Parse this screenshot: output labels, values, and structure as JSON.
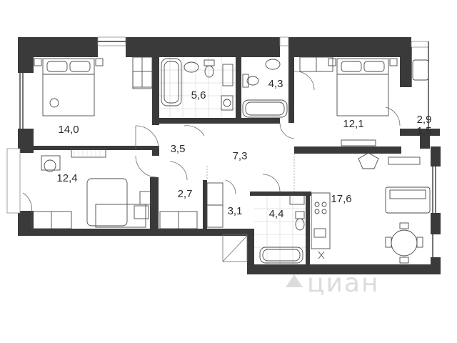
{
  "rooms": [
    {
      "id": "bedroom-left",
      "area": "14,0"
    },
    {
      "id": "bathroom-top",
      "area": "5,6"
    },
    {
      "id": "wc-top",
      "area": "4,3"
    },
    {
      "id": "bedroom-right",
      "area": "12,1"
    },
    {
      "id": "balcony-upper",
      "area": "2,9"
    },
    {
      "id": "balcony-lower",
      "area": "1,5"
    },
    {
      "id": "corridor-small",
      "area": "3,5"
    },
    {
      "id": "hall",
      "area": "7,3"
    },
    {
      "id": "bedroom-lower-left",
      "area": "12,4"
    },
    {
      "id": "closet-a",
      "area": "2,7"
    },
    {
      "id": "closet-b",
      "area": "3,1"
    },
    {
      "id": "bathroom-lower",
      "area": "4,4"
    },
    {
      "id": "kitchen-living",
      "area": "17,6"
    }
  ],
  "watermark": {
    "text": "циан"
  },
  "colors": {
    "wall": "#3a3a3a",
    "background": "#ffffff",
    "watermark": "#d6d6d6"
  }
}
